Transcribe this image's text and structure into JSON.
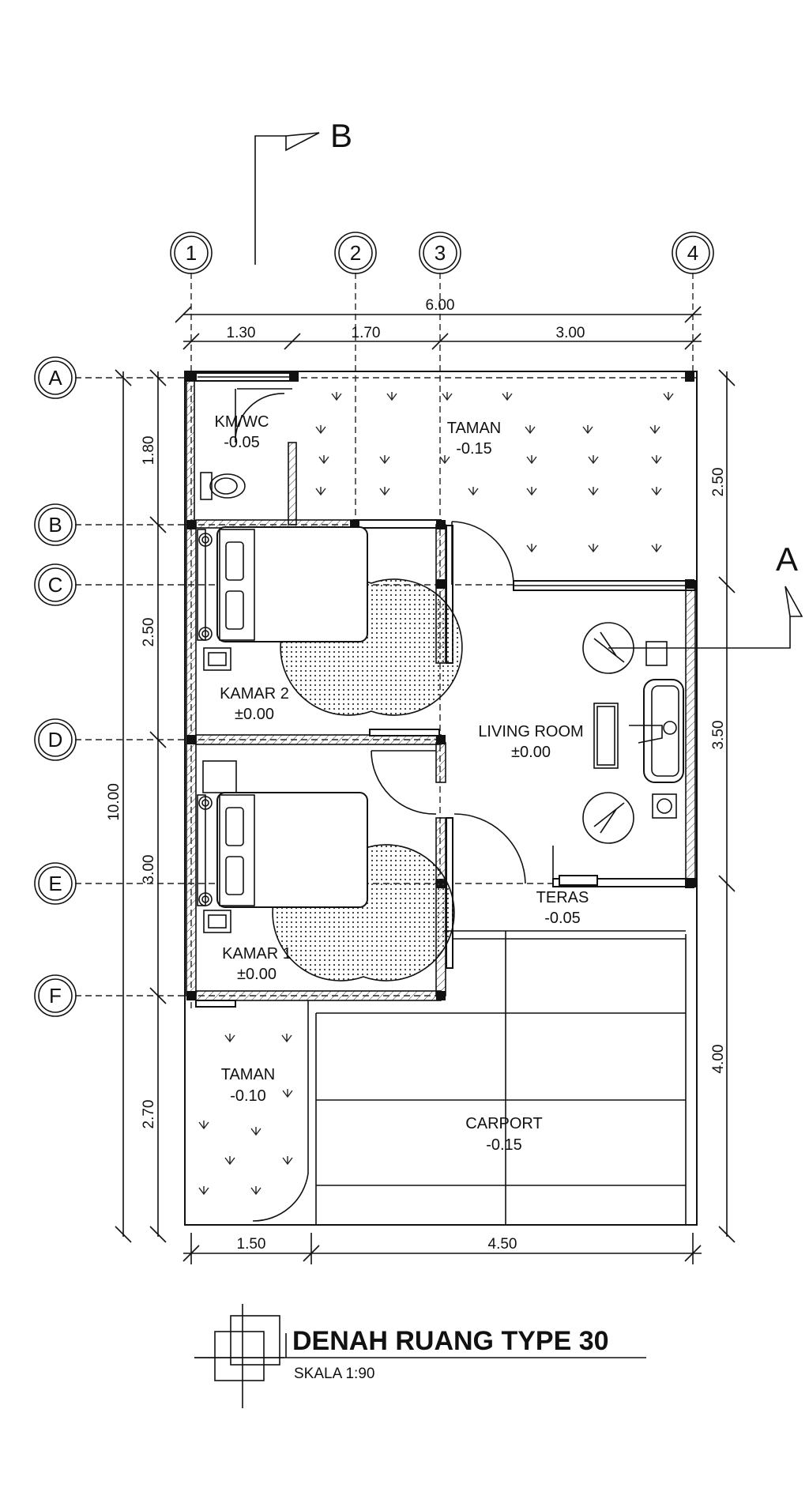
{
  "section_markers": {
    "b": "B",
    "a": "A"
  },
  "grid_columns": [
    "1",
    "2",
    "3",
    "4"
  ],
  "grid_rows": [
    "A",
    "B",
    "C",
    "D",
    "E",
    "F"
  ],
  "dimensions": {
    "top_total": "6.00",
    "top_1": "1.30",
    "top_2": "1.70",
    "top_3": "3.00",
    "left_total": "10.00",
    "left_ab": "1.80",
    "left_bd": "2.50",
    "left_df": "3.00",
    "left_garden": "2.70",
    "right_1": "2.50",
    "right_2": "3.50",
    "right_3": "4.00",
    "bottom_1": "1.50",
    "bottom_2": "4.50"
  },
  "rooms": {
    "kmwc": {
      "name": "KM/WC",
      "level": "-0.05"
    },
    "taman_top": {
      "name": "TAMAN",
      "level": "-0.15"
    },
    "kamar2": {
      "name": "KAMAR 2",
      "level": "±0.00"
    },
    "living": {
      "name": "LIVING ROOM",
      "level": "±0.00"
    },
    "kamar1": {
      "name": "KAMAR 1",
      "level": "±0.00"
    },
    "teras": {
      "name": "TERAS",
      "level": "-0.05"
    },
    "taman_bottom": {
      "name": "TAMAN",
      "level": "-0.10"
    },
    "carport": {
      "name": "CARPORT",
      "level": "-0.15"
    }
  },
  "title": {
    "main": "DENAH RUANG TYPE 30",
    "scale": "SKALA 1:90"
  }
}
